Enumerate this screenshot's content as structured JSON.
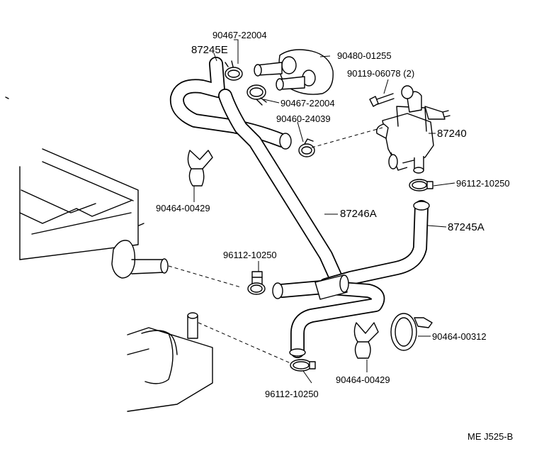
{
  "diagram": {
    "drawing_code": "ME J525-B",
    "labels": {
      "p90467_top": "90467-22004",
      "p87245E": "87245E",
      "p90480": "90480-01255",
      "p90119": "90119-06078 (2)",
      "p90467_mid": "90467-22004",
      "p90460": "90460-24039",
      "p87240": "87240",
      "p96112_right": "96112-10250",
      "p90464_left": "90464-00429",
      "p87246A": "87246A",
      "p87245A": "87245A",
      "p96112_mid": "96112-10250",
      "p90464_right": "90464-00312",
      "p90464_bottom": "90464-00429",
      "p96112_bottom": "96112-10250"
    }
  }
}
